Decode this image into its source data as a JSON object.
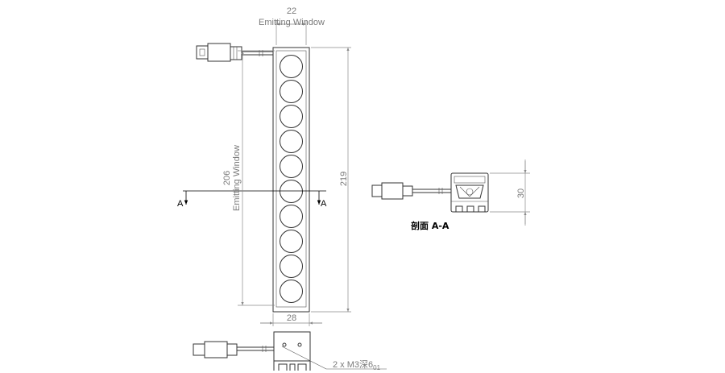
{
  "front_view": {
    "window_width": "22",
    "window_width_label": "Emitting Window",
    "window_height": "206",
    "window_height_label": "Emitting Window",
    "total_height": "219",
    "housing_width": "28",
    "section_marker": "A",
    "led_count": 10
  },
  "section_view": {
    "title": "剖面 A-A",
    "height": "30"
  },
  "bottom_view": {
    "hole_callout_main": "2 x M3深6",
    "hole_callout_sub": "01"
  }
}
